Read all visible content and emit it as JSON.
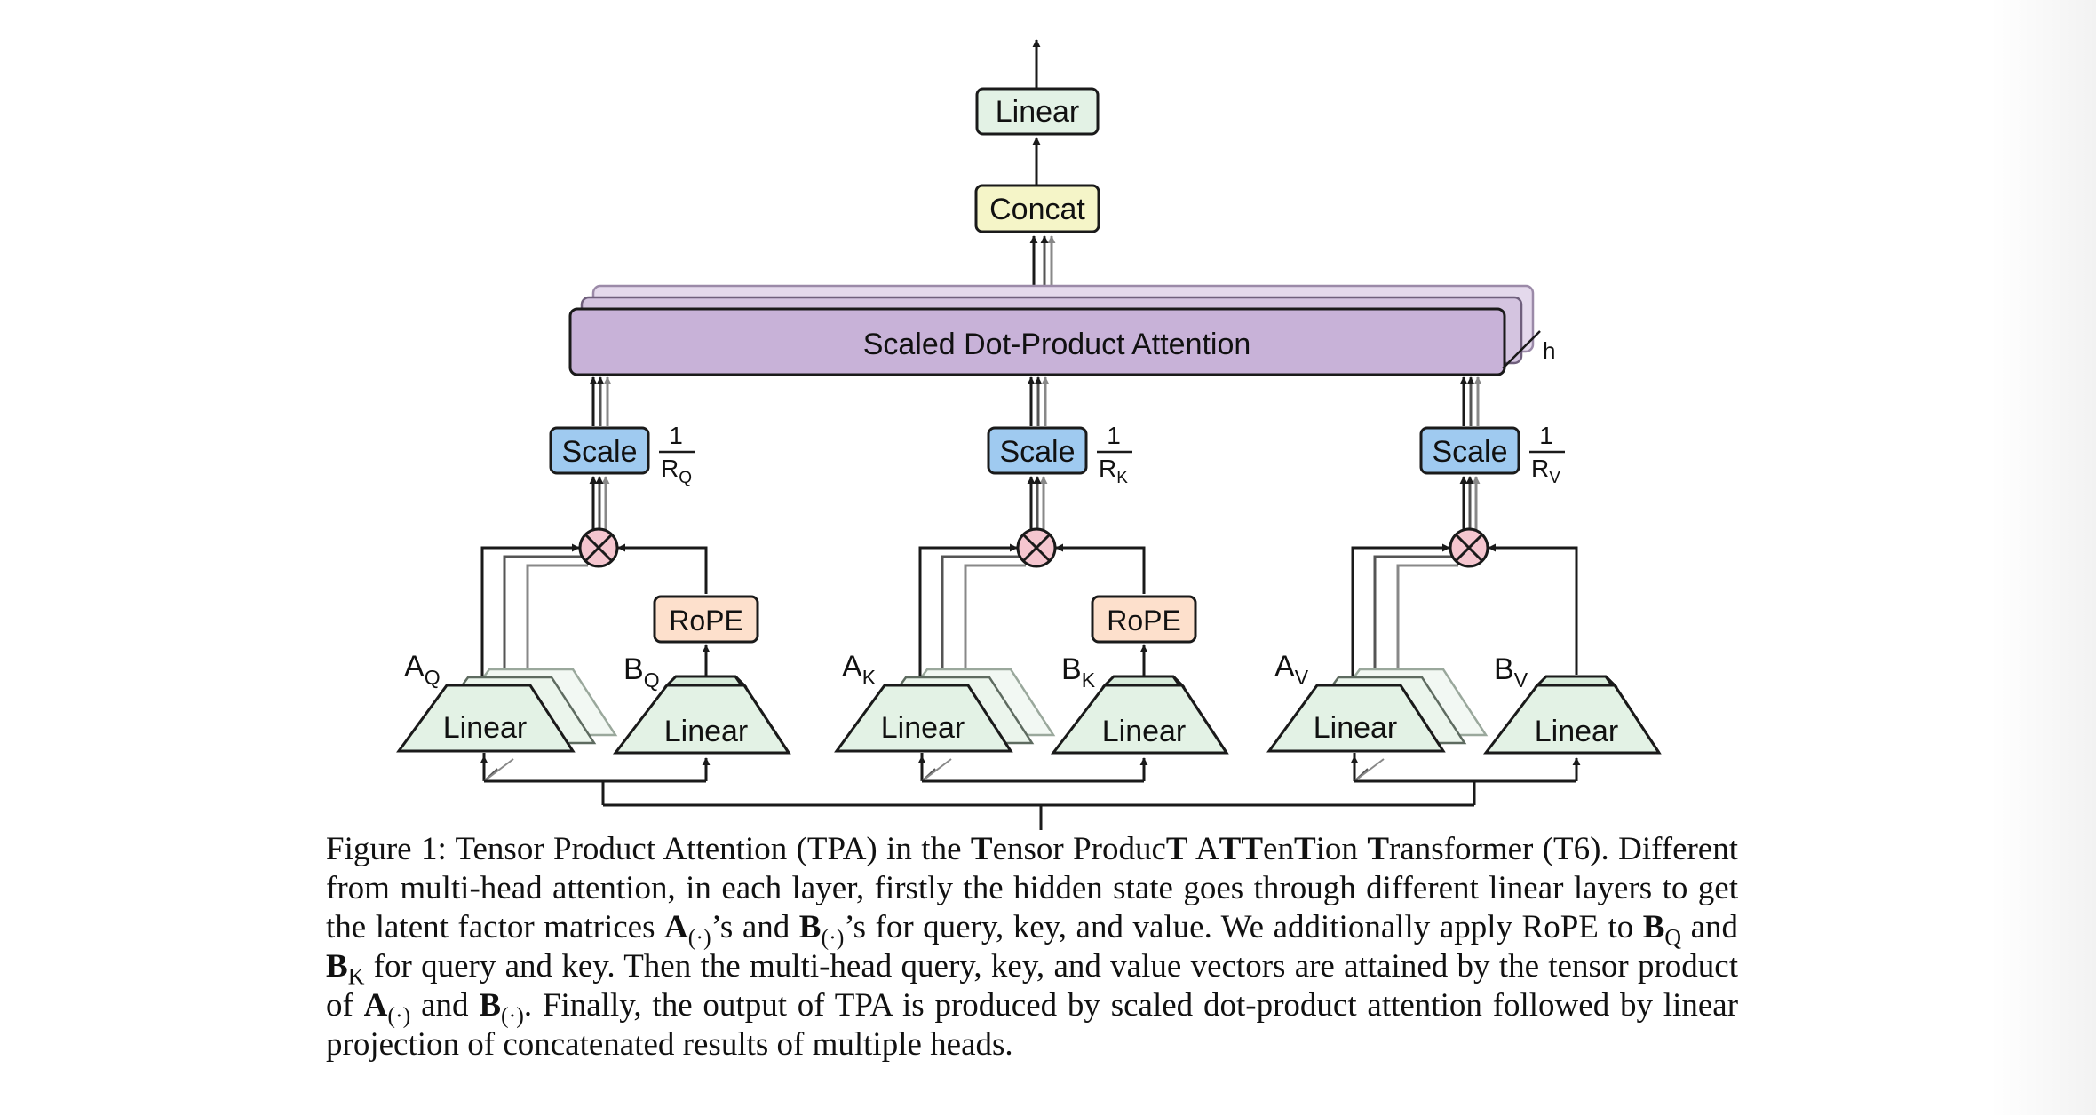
{
  "diagram": {
    "linear_out": "Linear",
    "concat": "Concat",
    "attention": "Scaled Dot-Product Attention",
    "heads_label": "h",
    "scale": "Scale",
    "frac_num": "1",
    "rope": "RoPE",
    "linear": "Linear",
    "branches": [
      {
        "a_main": "A",
        "a_sub": "Q",
        "b_main": "B",
        "b_sub": "Q",
        "r_main": "R",
        "r_sub": "Q",
        "has_rope": true
      },
      {
        "a_main": "A",
        "a_sub": "K",
        "b_main": "B",
        "b_sub": "K",
        "r_main": "R",
        "r_sub": "K",
        "has_rope": true
      },
      {
        "a_main": "A",
        "a_sub": "V",
        "b_main": "B",
        "b_sub": "V",
        "r_main": "R",
        "r_sub": "V",
        "has_rope": false
      }
    ],
    "colors": {
      "linear_fill": "#e3f2e5",
      "concat_fill": "#f5f5c8",
      "attention_fill": "#c8b2d8",
      "scale_fill": "#9fcaf0",
      "rope_fill": "#fde0cc",
      "otimes_fill": "#f5c6cf",
      "stroke": "#1a1a1a"
    }
  },
  "caption": {
    "label": "Figure 1:",
    "s1": "Tensor Product Attention (TPA) in the",
    "t1b": "T",
    "t1": "ensor Produc",
    "t2b": "T",
    "t3": " A",
    "t4b": "TT",
    "t5": "en",
    "t6b": "T",
    "t7": "ion ",
    "t8b": "T",
    "t9": "ransformer (T6).",
    "s2": "Different from multi-head attention, in each layer, firstly the hidden state goes through different linear layers to get the latent factor matrices",
    "s2b": "’s and",
    "s2c": "’s for query, key, and value. We additionally apply RoPE to",
    "s3": "and",
    "s3b": "for query and key. Then the multi-head query, key, and value vectors are attained by the tensor product of",
    "s3c": "and",
    "s4": ". Finally, the output of TPA is produced by scaled dot-product attention followed by linear projection of concatenated results of multiple heads.",
    "sym_a": "A",
    "sym_b": "B",
    "sub_dot": "(·)",
    "sub_q": "Q",
    "sub_k": "K"
  }
}
